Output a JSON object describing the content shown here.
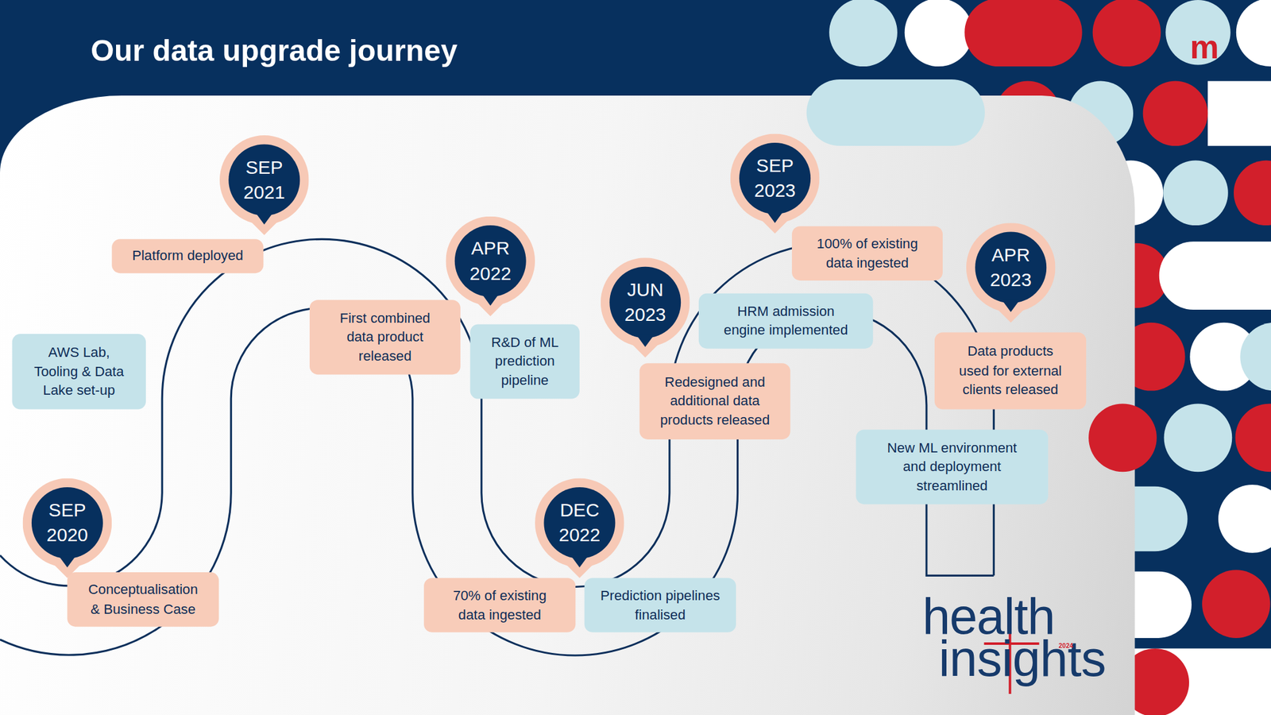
{
  "diagram": {
    "title": "Our data upgrade journey",
    "nodes": [
      {
        "text": [
          "SEP 2020"
        ]
      },
      {
        "text": [
          "Conceptualisation & Business Case"
        ]
      },
      {
        "text": [
          "AWS Lab, Tooling & Data Lake set-up"
        ]
      },
      {
        "text": [
          "SEP 2021"
        ]
      },
      {
        "text": [
          "Platform deployed"
        ]
      },
      {
        "text": [
          "First combined data product released"
        ]
      },
      {
        "text": [
          "APR 2022"
        ]
      },
      {
        "text": [
          "R&D of ML prediction pipeline"
        ]
      },
      {
        "text": [
          "DEC 2022"
        ]
      },
      {
        "text": [
          "70% of existing data ingested"
        ]
      },
      {
        "text": [
          "Prediction pipelines finalised"
        ]
      },
      {
        "text": [
          "JUN 2023"
        ]
      },
      {
        "text": [
          "Redesigned and additional data products released"
        ]
      },
      {
        "text": [
          "HRM admission engine implemented"
        ]
      },
      {
        "text": [
          "SEP 2023"
        ]
      },
      {
        "text": [
          "100% of existing data ingested"
        ]
      },
      {
        "text": [
          "APR 2023"
        ]
      },
      {
        "text": [
          "Data products used for external clients released"
        ]
      },
      {
        "text": [
          "New ML environment and deployment streamlined"
        ]
      }
    ],
    "labels": [
      "m",
      "health",
      "insights",
      "2024"
    ]
  }
}
